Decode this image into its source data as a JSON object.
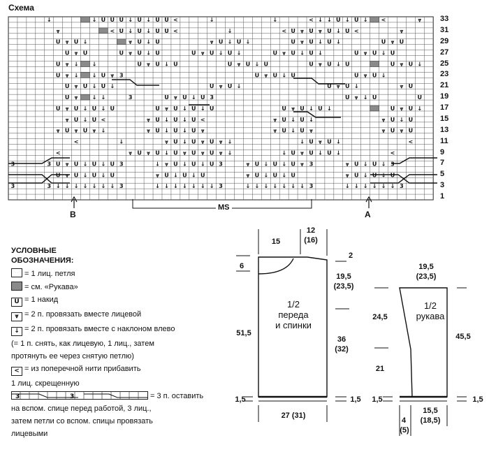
{
  "title": "Схема",
  "row_numbers": [
    "33",
    "31",
    "29",
    "27",
    "25",
    "23",
    "21",
    "19",
    "17",
    "15",
    "13",
    "11",
    "9",
    "7",
    "5",
    "3",
    "1"
  ],
  "chart_symbols": {
    "knit": "",
    "yarn_over": "U",
    "k2tog": "⩔",
    "ssk": "↓",
    "m1": "<",
    "cable": "3"
  },
  "markers": {
    "b": "B",
    "a": "A",
    "ms": "MS"
  },
  "legend": {
    "title_line1": "УСЛОВНЫЕ",
    "title_line2": "ОБОЗНАЧЕНИЯ:",
    "items": [
      {
        "icon": "empty-square-icon",
        "text": "= 1 лиц. петля"
      },
      {
        "icon": "gray-square-icon",
        "text": "= см. «Рукава»"
      },
      {
        "icon": "yarn-over-icon",
        "symbol": "U",
        "text": "= 1 накид"
      },
      {
        "icon": "k2tog-icon",
        "symbol": "⩔",
        "text": "= 2 п. провязать вместе лицевой"
      },
      {
        "icon": "ssk-icon",
        "symbol": "↓",
        "text": "= 2 п. провязать вместе с наклоном влево"
      },
      {
        "icon": "",
        "text": "(= 1 п. снять, как лицевую, 1 лиц., затем"
      },
      {
        "icon": "",
        "text": "протянуть ее через снятую петлю)"
      },
      {
        "icon": "m1-icon",
        "symbol": "<",
        "text": "= из поперечной нити прибавить"
      },
      {
        "icon": "",
        "text": "1 лиц. скрещенную"
      },
      {
        "icon": "cable-icon",
        "symbol": "3",
        "text": "= 3 п. оставить"
      },
      {
        "icon": "",
        "text": "на вспом. спице перед работой, 3 лиц.,"
      },
      {
        "icon": "",
        "text": "затем петли со вспом. спицы провязать"
      },
      {
        "icon": "",
        "text": "лицевыми"
      }
    ]
  },
  "front_back": {
    "label_line1": "1/2",
    "label_line2": "переда",
    "label_line3": "и спинки",
    "dims": {
      "top_left": "15",
      "top_right": "12",
      "top_right_alt": "(16)",
      "neck": "6",
      "shoulder": "2",
      "armhole": "19,5",
      "armhole_alt": "(23,5)",
      "total_height": "51,5",
      "side": "36",
      "side_alt": "(32)",
      "bottom_left": "1,5",
      "bottom_right": "1,5",
      "width": "27 (31)"
    }
  },
  "sleeve": {
    "label_line1": "1/2",
    "label_line2": "рукава",
    "dims": {
      "top": "19,5",
      "top_alt": "(23,5)",
      "cap": "24,5",
      "length": "45,5",
      "lower": "21",
      "bottom_left": "1,5",
      "bottom_right": "1,5",
      "cuff": "4",
      "cuff_alt": "(5)",
      "width": "15,5",
      "width_alt": "(18,5)"
    }
  }
}
